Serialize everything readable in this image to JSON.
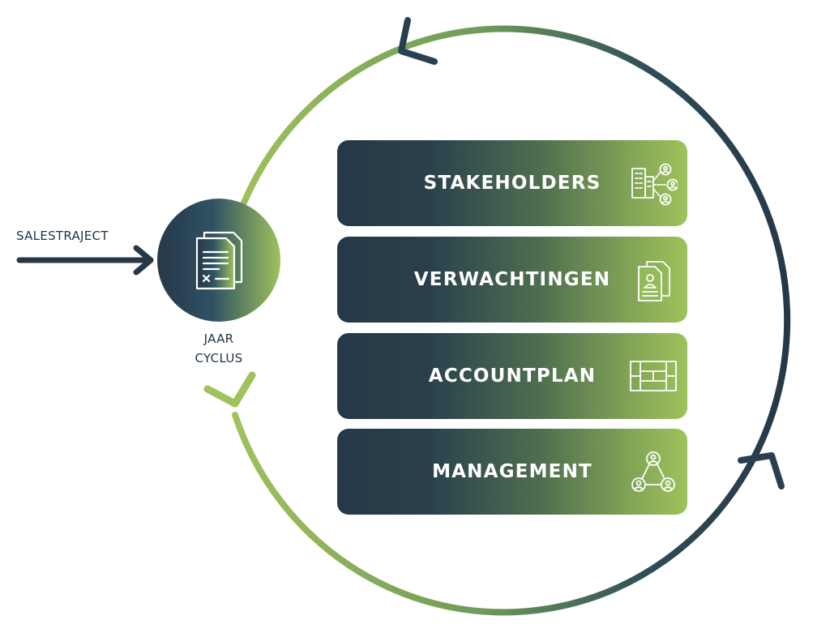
{
  "input": {
    "label": "SALESTRAJECT",
    "arrow_icon": "right-arrow-icon"
  },
  "hub": {
    "line1": "JAAR",
    "line2": "CYCLUS",
    "icon": "documents-checklist-icon"
  },
  "stages": [
    {
      "label": "STAKEHOLDERS",
      "icon": "building-network-icon"
    },
    {
      "label": "VERWACHTINGEN",
      "icon": "profile-documents-icon"
    },
    {
      "label": "ACCOUNTPLAN",
      "icon": "plan-grid-icon"
    },
    {
      "label": "MANAGEMENT",
      "icon": "team-hierarchy-icon"
    }
  ],
  "colors": {
    "navy": "#263847",
    "green": "#9fc25c",
    "text_dark": "#1f3344"
  }
}
